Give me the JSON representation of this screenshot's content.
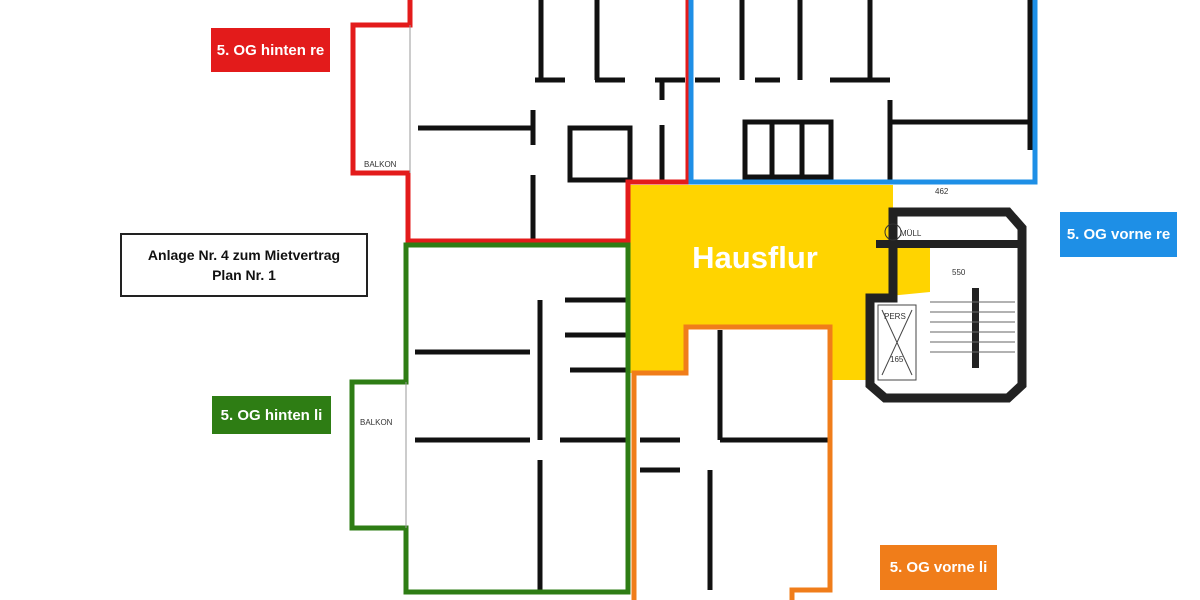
{
  "title_box": {
    "line1": "Anlage Nr. 4 zum Mietvertrag",
    "line2": "Plan Nr. 1"
  },
  "areas": {
    "hausflur": {
      "label": "Hausflur",
      "color": "#ffd400"
    },
    "hinten_re": {
      "label": "5. OG hinten re",
      "color": "#e31b1b"
    },
    "vorne_re": {
      "label": "5. OG vorne re",
      "color": "#1e8fe6"
    },
    "hinten_li": {
      "label": "5. OG hinten li",
      "color": "#2e7d14"
    },
    "vorne_li": {
      "label": "5. OG vorne li",
      "color": "#f07d1a"
    }
  },
  "plan_annotations": {
    "balkon_top": "BALKON",
    "balkon_bottom": "BALKON",
    "muell": "MÜLL",
    "pers": "PERS",
    "dim_462": "462",
    "dim_550": "550",
    "dim_165": "165"
  }
}
